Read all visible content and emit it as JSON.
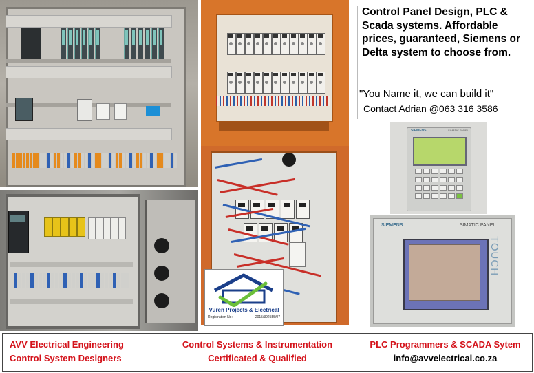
{
  "colors": {
    "footer_red": "#d4131b",
    "panel_orange": "#d8752a",
    "logo_blue": "#1b3f8a",
    "logo_green": "#6bbf3a"
  },
  "text_block": {
    "headline": "Control Panel Design, PLC & Scada systems. Affordable prices, guaranteed, Siemens or Delta system to choose from.",
    "quote": "\"You Name it, we can build it\"",
    "contact": "Contact Adrian @063 316 3586"
  },
  "logo": {
    "name": "Vuren Projects & Electrical",
    "reg_label": "Registration No:",
    "reg_number": "2015/392555/07",
    "icon": "house-with-checkmark-icon"
  },
  "hmi_small": {
    "brand": "SIEMENS",
    "model": "SIMATIC PANEL"
  },
  "hmi_touch": {
    "brand": "SIEMENS",
    "model": "SIMATIC PANEL",
    "touch": "TOUCH"
  },
  "footer": {
    "left_line1": "AVV Electrical Engineering",
    "left_line2": "Control System Designers",
    "center_line1": "Control Systems & Instrumentation",
    "center_line2": "Certificated & Qualified",
    "right_line1": "PLC Programmers & SCADA Sytem",
    "right_line2": "info@avvelectrical.co.za"
  }
}
